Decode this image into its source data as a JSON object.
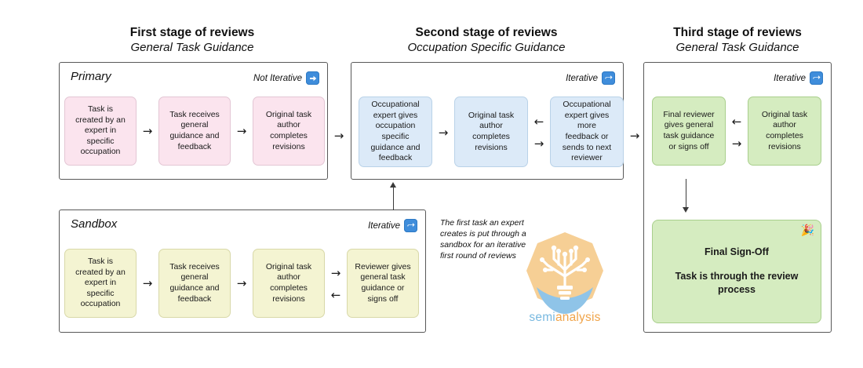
{
  "stages": [
    {
      "id": "stage1",
      "title": "First stage of reviews",
      "subtitle": "General Task Guidance"
    },
    {
      "id": "stage2",
      "title": "Second stage of reviews",
      "subtitle": "Occupation Specific Guidance"
    },
    {
      "id": "stage3",
      "title": "Third stage of reviews",
      "subtitle": "General Task Guidance"
    }
  ],
  "groups": {
    "primary": {
      "title": "Primary",
      "badge_label": "Not Iterative",
      "badge_icon": "arrow-right-icon",
      "nodes": [
        "Task is\ncreated by an\nexpert in\nspecific\noccupation",
        "Task receives\ngeneral\nguidance and\nfeedback",
        "Original task\nauthor\ncompletes\nrevisions"
      ]
    },
    "sandbox": {
      "title": "Sandbox",
      "badge_label": "Iterative",
      "badge_icon": "repeat-icon",
      "nodes": [
        "Task is\ncreated by an\nexpert in\nspecific\noccupation",
        "Task receives\ngeneral\nguidance and\nfeedback",
        "Original task\nauthor\ncompletes\nrevisions",
        "Reviewer gives\ngeneral task\nguidance or\nsigns off"
      ]
    },
    "second": {
      "title": "",
      "badge_label": "Iterative",
      "badge_icon": "repeat-icon",
      "nodes": [
        "Occupational\nexpert gives\noccupation\nspecific\nguidance and\nfeedback",
        "Original task\nauthor\ncompletes\nrevisions",
        "Occupational\nexpert gives\nmore\nfeedback or\nsends to next\nreviewer"
      ]
    },
    "third": {
      "title": "",
      "badge_label": "Iterative",
      "badge_icon": "repeat-icon",
      "nodes": [
        "Final reviewer\ngives general\ntask guidance\nor signs off",
        "Original task\nauthor\ncompletes\nrevisions"
      ],
      "final": {
        "line1": "Final Sign-Off",
        "line2": "Task is through the review\nprocess",
        "icon": "party-popper-icon"
      }
    }
  },
  "note": "The first task an expert creates is put through a sandbox for an iterative first round of reviews",
  "arrows": {
    "right": "→",
    "left": "←"
  },
  "logo": {
    "word_a": "semi",
    "word_b": "analysis",
    "colors": {
      "blue": "#79b9e0",
      "orange": "#f0a44a"
    }
  },
  "colors": {
    "pink": "#fbe4ee",
    "blue": "#dceaf8",
    "green": "#d5ecc0",
    "yellow": "#f4f4d2",
    "badge_blue": "#3f8ddb"
  }
}
